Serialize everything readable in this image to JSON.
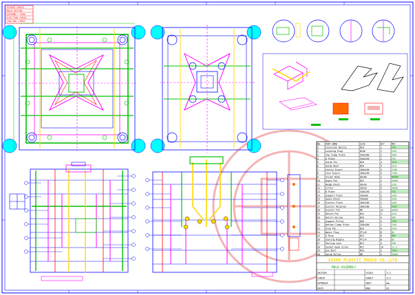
{
  "drawing": {
    "company": "XIANG PLASTIC MOULD CO.,LTD",
    "title_block_caption": "MOLD ASSEMBLY",
    "revision_notes": [
      "PLEASE CHECK",
      "MOLD DESIGN",
      "ASSEMBLY VIEW",
      "EJECTION CHECK",
      "COOLING LINES"
    ],
    "bom_header": [
      "NO.",
      "PART NAME",
      "SIZE",
      "QTY",
      "MAT."
    ],
    "bom_rows": [
      [
        "1",
        "Injection Nozzle",
        "Ø16",
        "1",
        "P20"
      ],
      [
        "2",
        "Locating Ring",
        "Ø100",
        "1",
        "S45C"
      ],
      [
        "3",
        "Top Clamp Plate",
        "350x300",
        "1",
        "S50C"
      ],
      [
        "4",
        "A Plate",
        "350x250",
        "1",
        "P20"
      ],
      [
        "5",
        "Guide Pin",
        "Ø20",
        "4",
        "SUJ2"
      ],
      [
        "6",
        "Guide Bush",
        "Ø20",
        "4",
        "SUJ2"
      ],
      [
        "7",
        "Cavity Insert",
        "200x150",
        "2",
        "718H"
      ],
      [
        "8",
        "Core Insert",
        "200x150",
        "2",
        "718H"
      ],
      [
        "9",
        "Slider Body",
        "80x60",
        "2",
        "NAK80"
      ],
      [
        "10",
        "Angle Pin",
        "Ø12",
        "2",
        "SKD61"
      ],
      [
        "11",
        "Wedge Block",
        "60x40",
        "2",
        "S50C"
      ],
      [
        "12",
        "Lifter",
        "20x10",
        "4",
        "SKD61"
      ],
      [
        "13",
        "B Plate",
        "350x250",
        "1",
        "P20"
      ],
      [
        "14",
        "Support Plate",
        "350x60",
        "1",
        "S50C"
      ],
      [
        "15",
        "Space Block",
        "350x80",
        "2",
        "S50C"
      ],
      [
        "16",
        "Ejector Plate",
        "300x180",
        "1",
        "S50C"
      ],
      [
        "17",
        "Ejector Retainer",
        "300x180",
        "1",
        "S50C"
      ],
      [
        "18",
        "Ejector Pin",
        "Ø6",
        "12",
        "SKH51"
      ],
      [
        "19",
        "Return Pin",
        "Ø16",
        "4",
        "SUJ2"
      ],
      [
        "20",
        "Return Spring",
        "Ø30",
        "4",
        "SWP"
      ],
      [
        "21",
        "Support Pillar",
        "Ø40",
        "4",
        "S50C"
      ],
      [
        "22",
        "Bottom Clamp Plate",
        "350x300",
        "1",
        "S50C"
      ],
      [
        "23",
        "Stop Pin",
        "Ø16",
        "4",
        "S45C"
      ],
      [
        "24",
        "Water Plug",
        "PT1/8",
        "8",
        "BS"
      ],
      [
        "25",
        "O-Ring",
        "Ø15",
        "6",
        "NBR"
      ],
      [
        "26",
        "Cooling Nipple",
        "PT1/4",
        "8",
        "BS"
      ],
      [
        "27",
        "Parting Lock",
        "Ø13",
        "4",
        "POM"
      ],
      [
        "28",
        "Socket Head Screw",
        "M12",
        "16",
        "12.9"
      ],
      [
        "29",
        "Eye Bolt",
        "M16",
        "2",
        "S45C"
      ],
      [
        "30",
        "Sprue Puller",
        "Ø8",
        "1",
        "SKD61"
      ]
    ],
    "title_rows": [
      [
        "DESIGN",
        "",
        "SCALE",
        "1:2"
      ],
      [
        "CHECK",
        "",
        "SHEET",
        "1/1"
      ],
      [
        "APPROVE",
        "",
        "UNIT",
        "mm"
      ],
      [
        "DATE",
        "",
        "DWG",
        "A1"
      ]
    ]
  },
  "colors": {
    "line": "#0000ff",
    "green": "#00c000",
    "magenta": "#ff00ff",
    "red": "#ff0000",
    "cyan": "#00ffff",
    "yellow": "#ffd800",
    "black": "#000000",
    "watermark": "#f3b3b3"
  },
  "icons": [
    "registration-circle-icon",
    "section-circle-icon",
    "iso-part-icon"
  ]
}
